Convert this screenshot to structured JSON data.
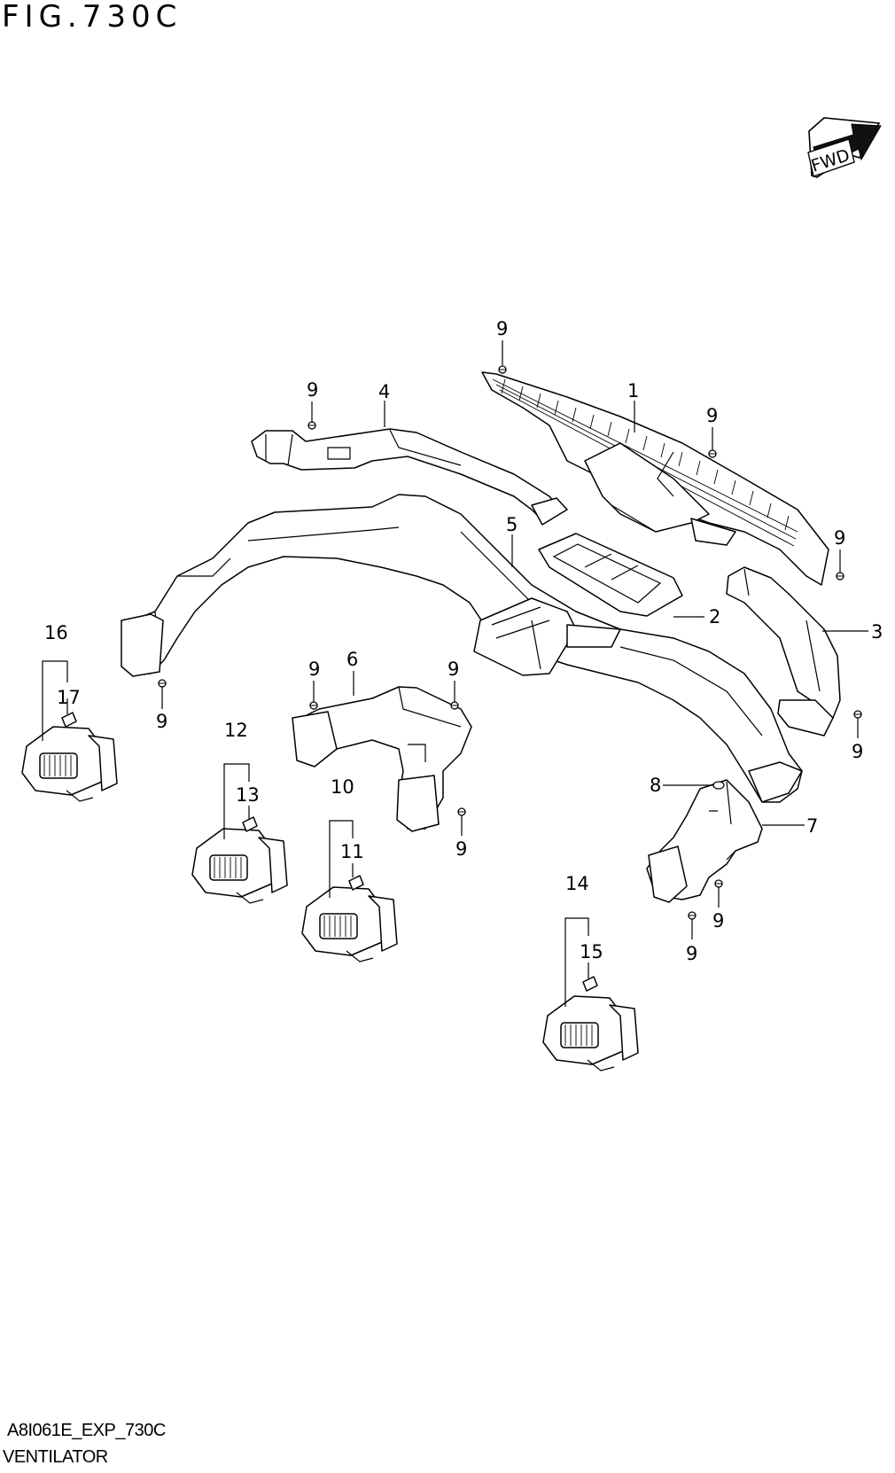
{
  "figure": {
    "title": "FIG.730C",
    "drawing_code": "A8I061E_EXP_730C",
    "section_name": "VENTILATOR",
    "direction_badge": "FWD"
  },
  "callouts": {
    "c1": "1",
    "c2": "2",
    "c3": "3",
    "c4": "4",
    "c5": "5",
    "c6": "6",
    "c7": "7",
    "c8": "8",
    "c9": "9",
    "c10": "10",
    "c11": "11",
    "c12": "12",
    "c13": "13",
    "c14": "14",
    "c15": "15",
    "c16": "16",
    "c17": "17"
  },
  "icons": {
    "direction": "fwd-arrow-icon",
    "screw": "screw-icon",
    "clip": "clip-icon"
  }
}
